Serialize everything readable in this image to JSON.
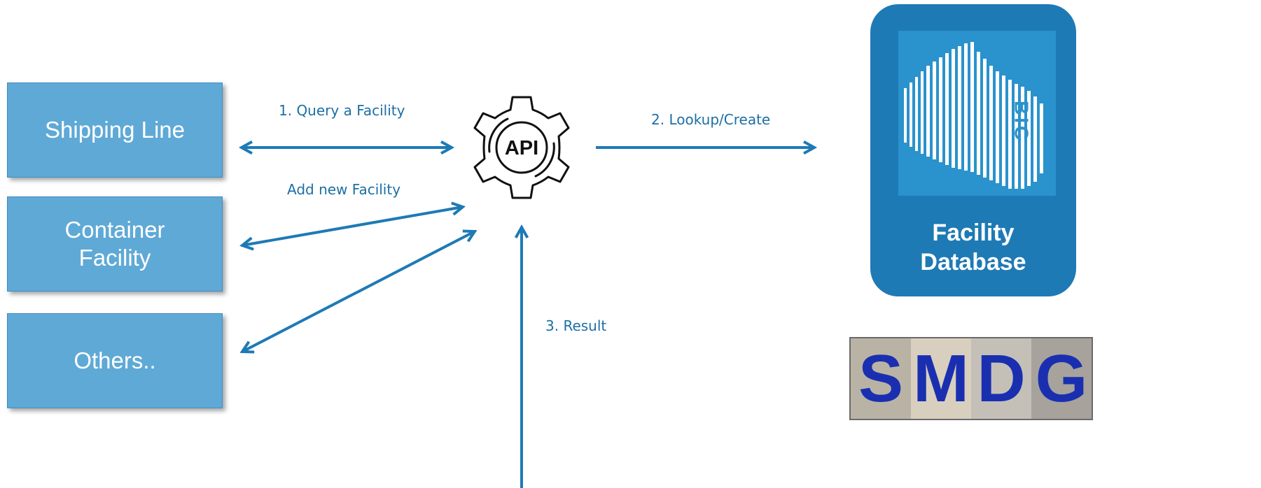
{
  "sources": [
    {
      "label": "Shipping Line"
    },
    {
      "label": "Container\nFacility"
    },
    {
      "label": "Others.."
    }
  ],
  "api": {
    "label": "API",
    "icon": "gear-icon"
  },
  "edges": {
    "query": "1. Query a Facility",
    "add": "Add new Facility",
    "lookup": "2. Lookup/Create",
    "result": "3. Result"
  },
  "database": {
    "title": "Facility\nDatabase",
    "logo_text": "BIC",
    "logo_icon": "bic-logo-icon"
  },
  "smdg_logo": {
    "letters": [
      "S",
      "M",
      "D",
      "G"
    ],
    "text": "SMDG"
  },
  "colors": {
    "box_fill": "#5fa9d6",
    "arrow": "#1e7ab5",
    "label": "#1d6fa5",
    "db_card": "#1e7ab5",
    "smdg_letters": "#1a2fb0"
  }
}
